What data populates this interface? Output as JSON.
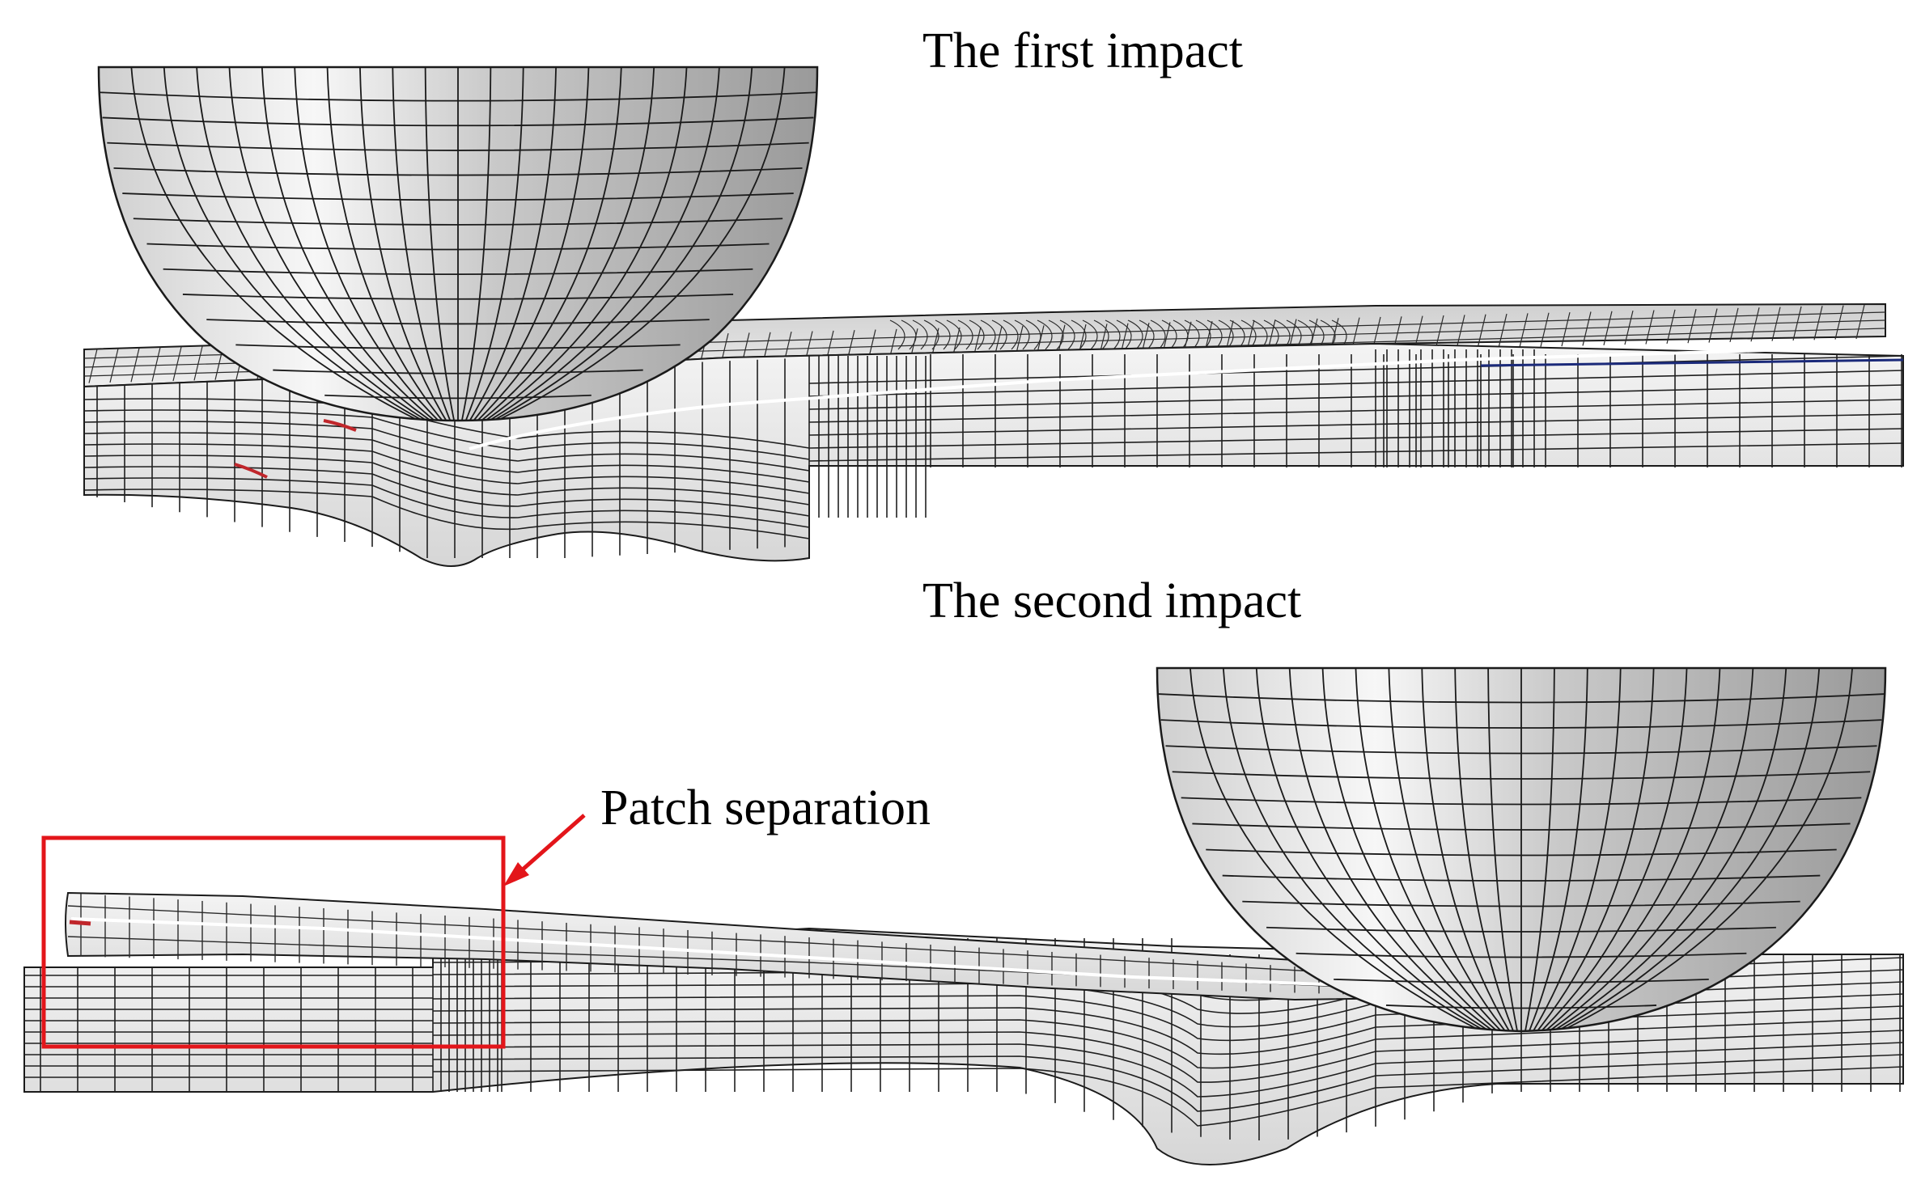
{
  "figure": {
    "panel_top_caption": "The first impact",
    "panel_bottom_caption": "The second impact",
    "annotation_label": "Patch separation"
  },
  "colors": {
    "mesh_line": "#1a1a1a",
    "mesh_fill_light": "#f2f2f2",
    "mesh_fill_mid": "#d9d9d9",
    "mesh_fill_dark": "#b8b8b8",
    "annotation": "#e3151a",
    "interface_line": "#ffffff"
  },
  "icons": [
    "spherical-impactor",
    "laminate-plate",
    "bonded-patch",
    "callout-arrow"
  ]
}
